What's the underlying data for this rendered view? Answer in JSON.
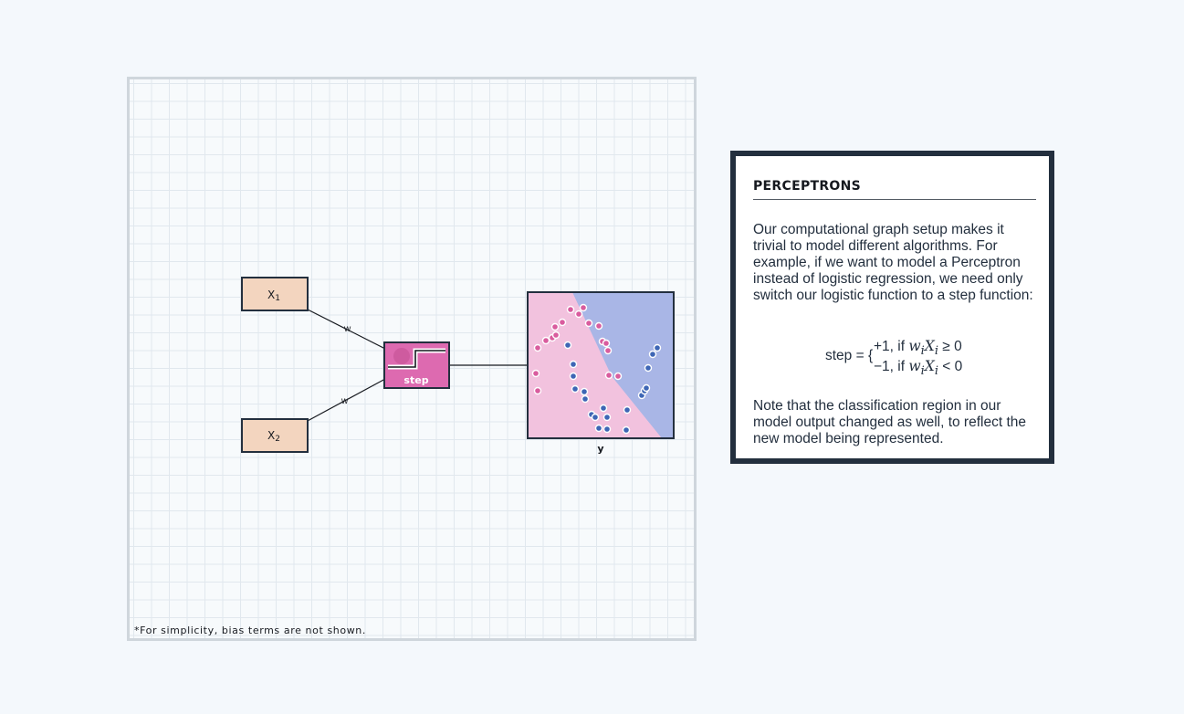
{
  "canvas": {
    "footnote": "*For simplicity, bias terms are not shown.",
    "nodes": {
      "x1_label": "X",
      "x1_sub": "1",
      "x2_label": "X",
      "x2_sub": "2",
      "step_label": "step",
      "output_label": "y"
    },
    "edges": {
      "w1_label": "w",
      "w2_label": "w"
    },
    "colors": {
      "input_node_fill": "#f3d5bf",
      "step_node_fill": "#dd6ab0",
      "region_pink": "#f2c2de",
      "region_blue": "#a9b6e6",
      "point_pink": "#d95c9e",
      "point_blue": "#3e66b5"
    }
  },
  "info": {
    "title": "PERCEPTRONS",
    "paragraph1": "Our computational graph setup makes it trivial to model different algorithms. For example, if we want to model a Perceptron instead of logistic regression, we need only switch our logistic function to a step function:",
    "formula": {
      "lhs": "step = {",
      "case1_value": "+1, if ",
      "case1_cond": "≥ 0",
      "case2_value": "−1, if ",
      "case2_cond": "< 0",
      "w": "w",
      "w_sub": "i",
      "x": "X",
      "x_sub": "i"
    },
    "paragraph2": "Note that the classification region in our model output changed as well, to reflect the new model being represented."
  }
}
